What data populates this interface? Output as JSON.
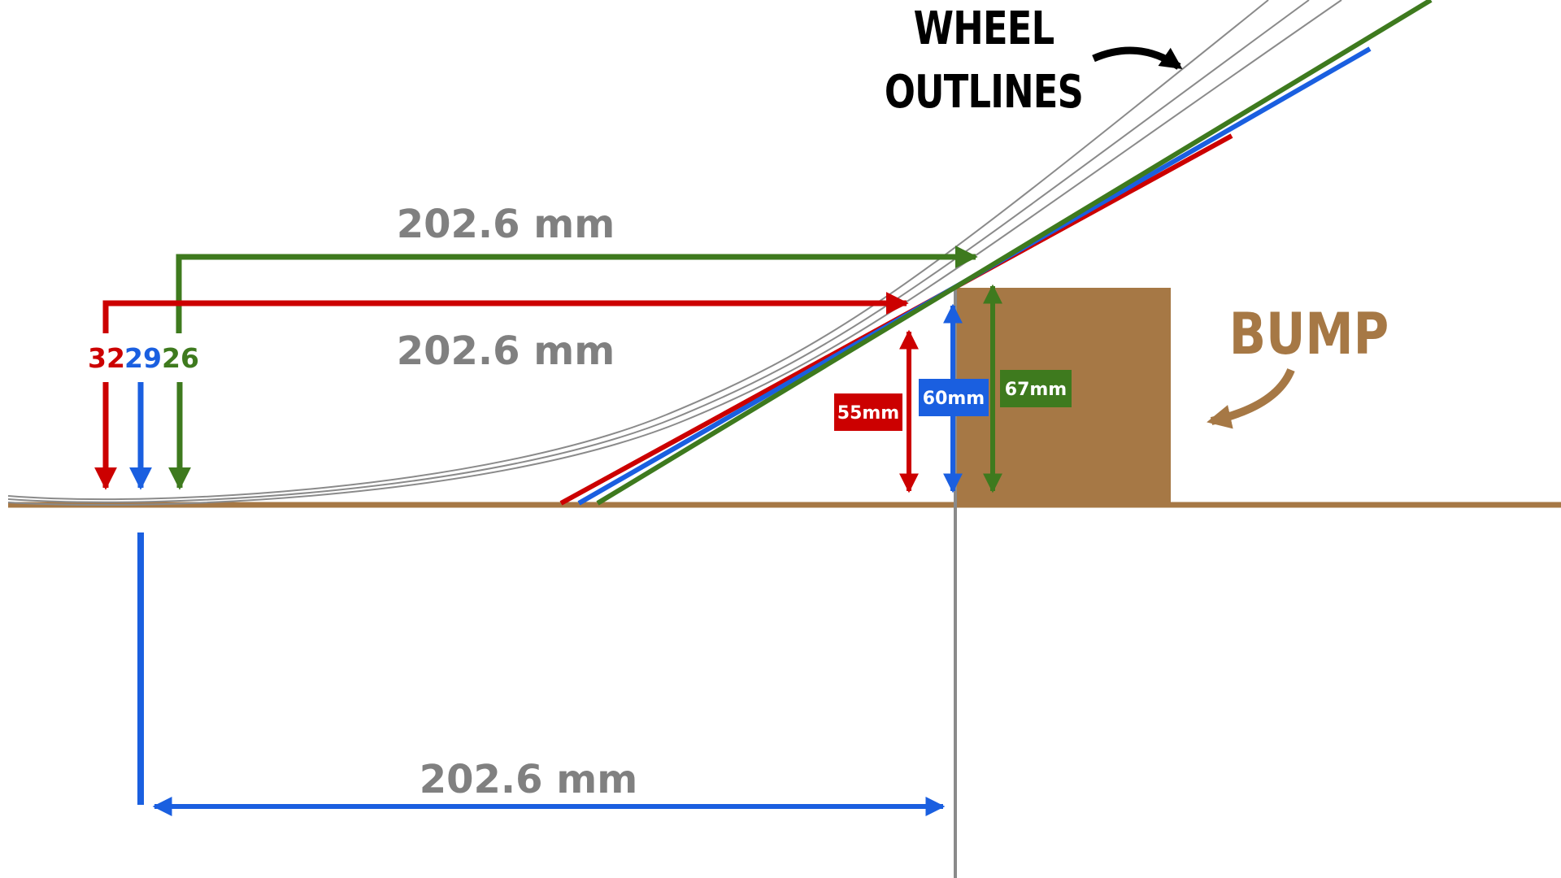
{
  "colors": {
    "size_32": "#cc0000",
    "size_29": "#1a5fe0",
    "size_26": "#3e7a1e",
    "bump": "#a67845",
    "ground": "#a67845",
    "outline": "#8a8a8a",
    "dimension_text": "#808080",
    "label": "#000000"
  },
  "labels": {
    "wheel_outlines_line1": "WHEEL",
    "wheel_outlines_line2": "OUTLINES",
    "bump": "BUMP"
  },
  "wheel_sizes": [
    "32",
    "29",
    "26"
  ],
  "distances": {
    "size_26": "202.6 mm",
    "size_32": "202.6 mm",
    "size_29": "202.6 mm"
  },
  "heights": {
    "size_32": "55mm",
    "size_29": "60mm",
    "size_26": "67mm"
  }
}
